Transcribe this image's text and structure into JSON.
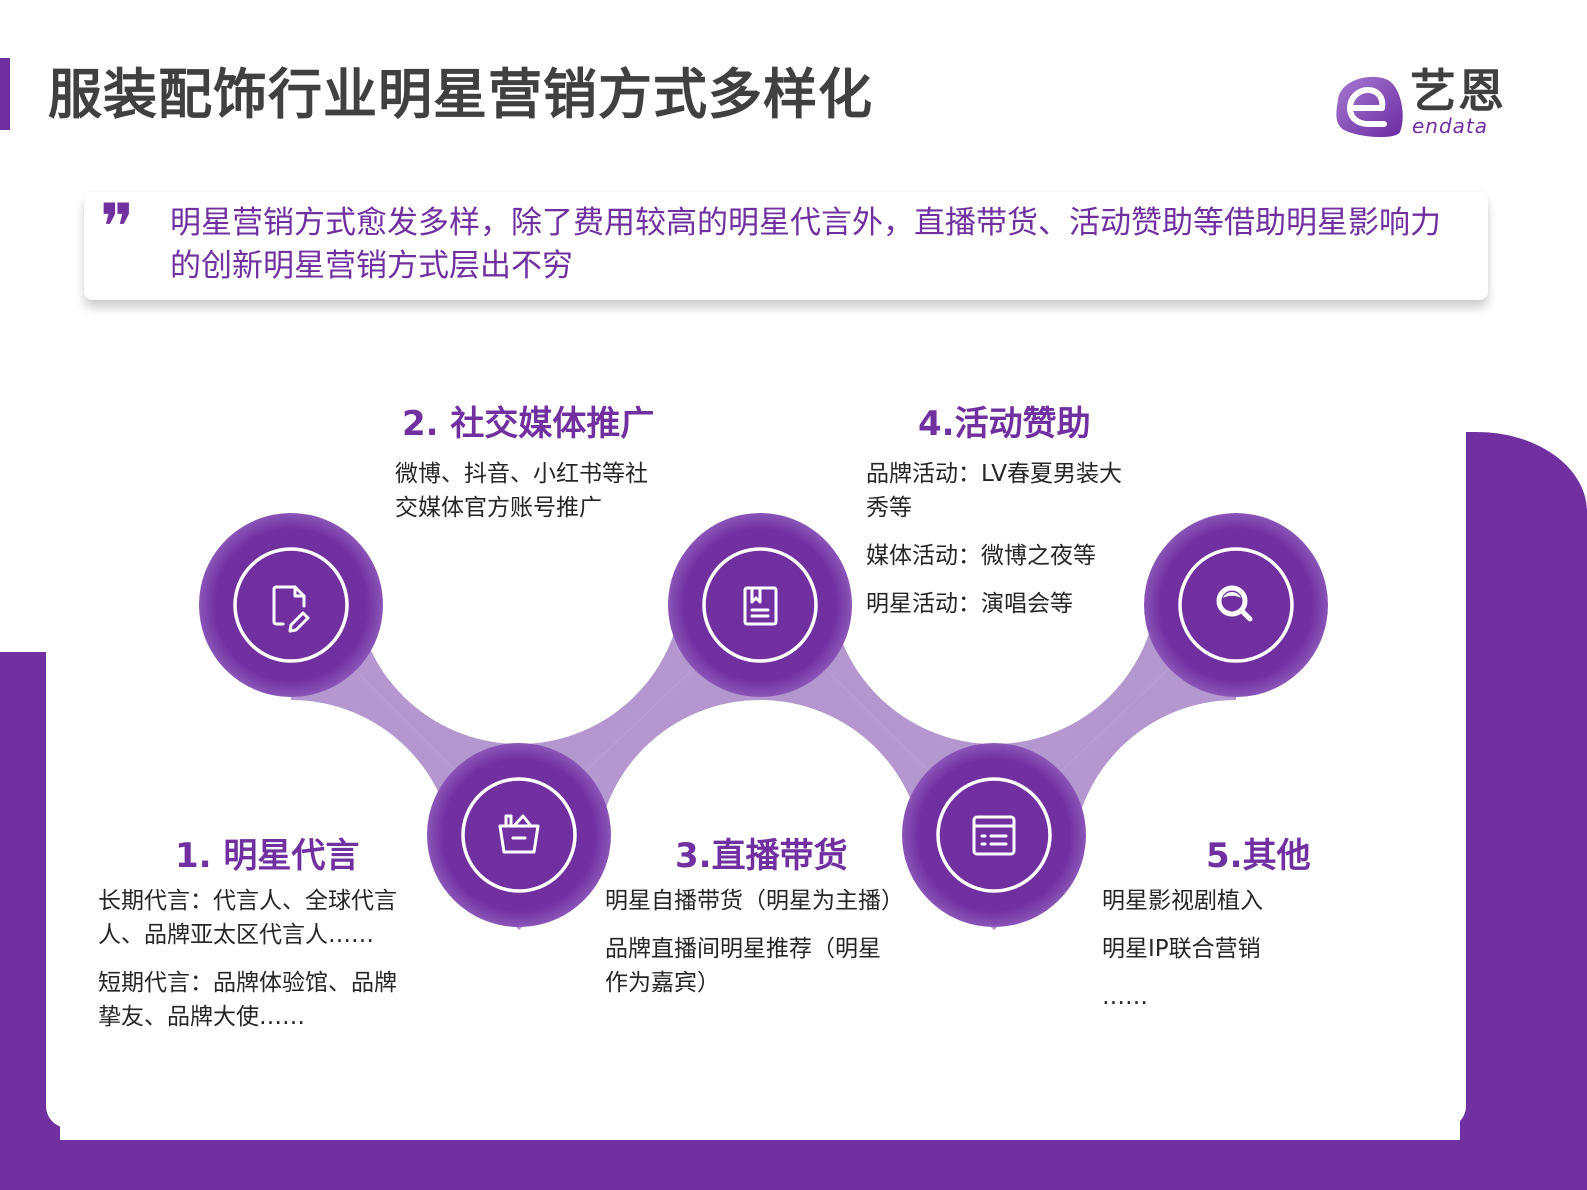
{
  "header": {
    "title": "服装配饰行业明星营销方式多样化",
    "accent_color": "#7030a0"
  },
  "logo": {
    "name_cn": "艺恩",
    "name_en": "endata",
    "icon": "endata-e-logo-icon"
  },
  "quote": {
    "mark": "\"",
    "text": "明星营销方式愈发多样，除了费用较高的明星代言外，直播带货、活动赞助等借助明星影响力的创新明星营销方式层出不穷"
  },
  "colors": {
    "primary_purple": "#7030a0",
    "light_purple": "#b497cf",
    "text_dark": "#262626",
    "title_gray": "#404040"
  },
  "nodes": [
    {
      "label": "1. 明星代言",
      "icon": "document-edit-icon",
      "items": [
        "长期代言：代言人、全球代言人、品牌亚太区代言人……",
        "短期代言：品牌体验馆、品牌挚友、品牌大使……"
      ]
    },
    {
      "label": "2. 社交媒体推广",
      "icon": "basket-icon",
      "items": [
        "微博、抖音、小红书等社交媒体官方账号推广"
      ]
    },
    {
      "label": "3.直播带货",
      "icon": "book-icon",
      "items": [
        "明星自播带货（明星为主播）",
        "品牌直播间明星推荐（明星作为嘉宾）"
      ]
    },
    {
      "label": "4.活动赞助",
      "icon": "list-window-icon",
      "items": [
        "品牌活动：LV春夏男装大秀等",
        "媒体活动：微博之夜等",
        "明星活动：演唱会等"
      ]
    },
    {
      "label": "5.其他",
      "icon": "search-icon",
      "items": [
        "明星影视剧植入",
        "明星IP联合营销",
        "……"
      ]
    }
  ]
}
